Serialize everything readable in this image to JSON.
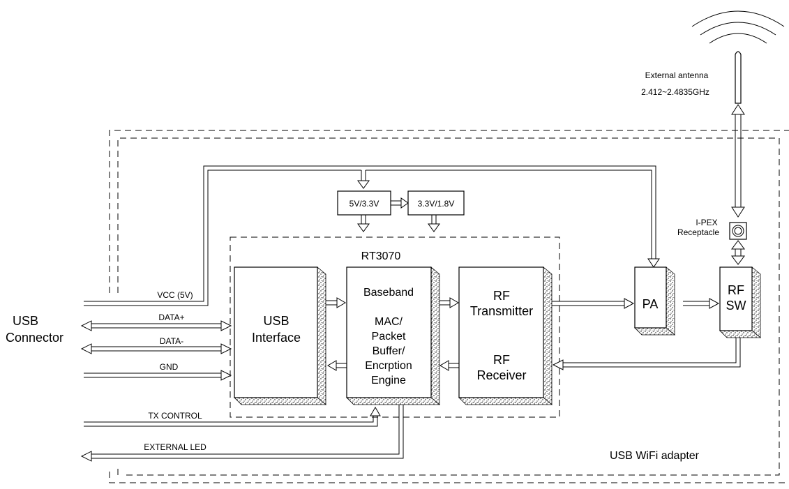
{
  "antenna": {
    "label": "External antenna",
    "freq": "2.412~2.4835GHz"
  },
  "ipex": {
    "line1": "I-PEX",
    "line2": "Receptacle"
  },
  "regulators": {
    "reg1": "5V/3.3V",
    "reg2": "3.3V/1.8V"
  },
  "chip": {
    "name": "RT3070"
  },
  "blocks": {
    "usb_interface": [
      "USB",
      "Interface"
    ],
    "baseband_title": "Baseband",
    "baseband_body": [
      "MAC/",
      "Packet",
      "Buffer/",
      "Encrption",
      "Engine"
    ],
    "rf_tx": [
      "RF",
      "Transmitter"
    ],
    "rf_rx": [
      "RF",
      "Receiver"
    ],
    "pa": "PA",
    "rf_sw": [
      "RF",
      "SW"
    ]
  },
  "connector": {
    "line1": "USB",
    "line2": "Connector"
  },
  "signals": {
    "vcc": "VCC (5V)",
    "data_plus": "DATA+",
    "data_minus": "DATA-",
    "gnd": "GND",
    "tx_control": "TX CONTROL",
    "ext_led": "EXTERNAL LED"
  },
  "adapter_label": "USB WiFi adapter"
}
